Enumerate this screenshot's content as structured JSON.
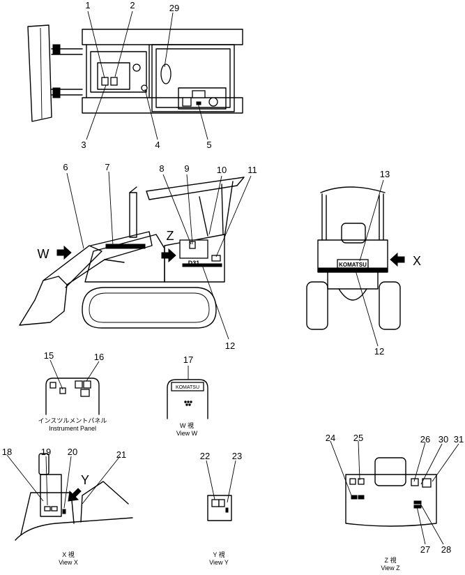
{
  "callouts": [
    "1",
    "2",
    "3",
    "4",
    "5",
    "6",
    "7",
    "8",
    "9",
    "10",
    "11",
    "12",
    "12",
    "13",
    "15",
    "16",
    "17",
    "18",
    "19",
    "20",
    "21",
    "22",
    "23",
    "24",
    "25",
    "26",
    "27",
    "28",
    "29",
    "30",
    "31"
  ],
  "arrow_letters": {
    "w": "W",
    "z": "Z",
    "x": "X",
    "y": "Y"
  },
  "decal_text": {
    "model": "D31",
    "brand": "KOMATSU"
  },
  "captions": {
    "instrument_panel_jp": "インスツルメントパネル",
    "instrument_panel_en": "Instrument  Panel",
    "view_w_jp": "W 視",
    "view_w_en": "View  W",
    "view_x_jp": "X 視",
    "view_x_en": "View  X",
    "view_y_jp": "Y 視",
    "view_y_en": "View  Y",
    "view_z_jp": "Z 視",
    "view_z_en": "View  Z"
  },
  "icons": [
    "arrow-right-icon",
    "arrow-left-icon",
    "arrow-down-left-icon"
  ],
  "colors": {
    "ink": "#000000",
    "paper": "#ffffff"
  }
}
